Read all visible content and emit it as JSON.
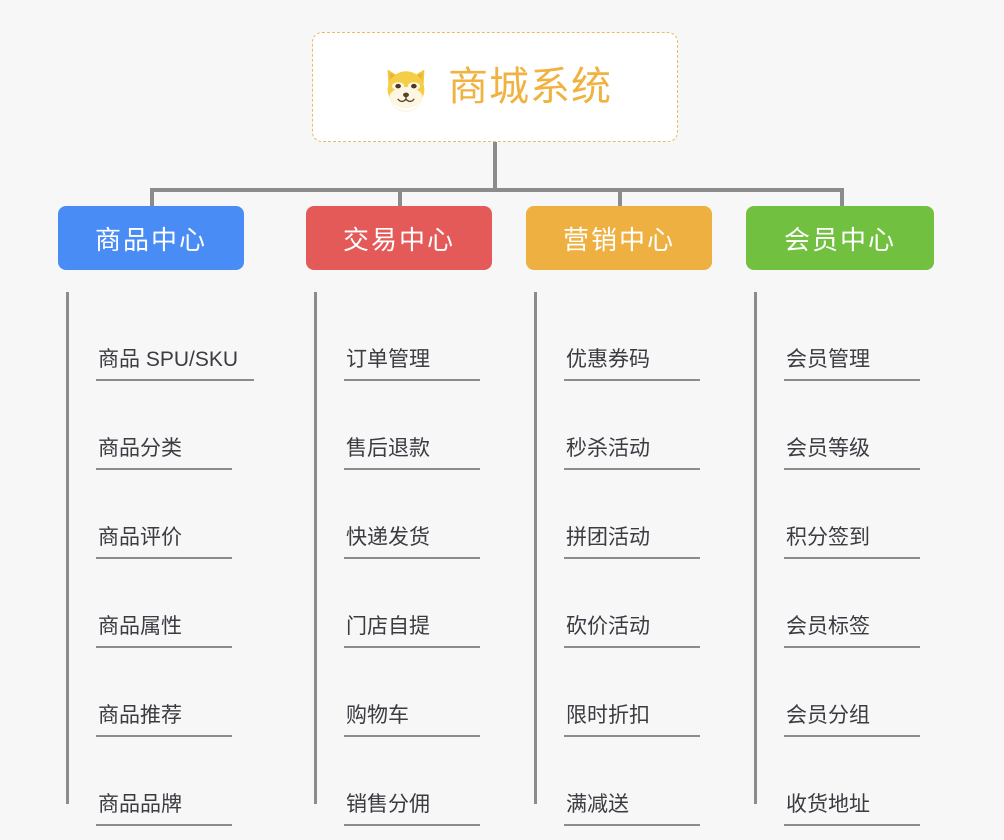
{
  "root": {
    "title": "商城系统",
    "icon": "shiba-inu-dog-face-icon",
    "border_color": "#e8ba6a",
    "text_color": "#f0b240",
    "background": "#ffffff"
  },
  "canvas": {
    "background": "#f7f7f7",
    "connector_color": "#8c8c8c"
  },
  "columns": [
    {
      "id": "product-center",
      "header": "商品中心",
      "color": "#4a8cf5",
      "items": [
        "商品 SPU/SKU",
        "商品分类",
        "商品评价",
        "商品属性",
        "商品推荐",
        "商品品牌"
      ]
    },
    {
      "id": "trade-center",
      "header": "交易中心",
      "color": "#e45a58",
      "items": [
        "订单管理",
        "售后退款",
        "快递发货",
        "门店自提",
        "购物车",
        "销售分佣"
      ]
    },
    {
      "id": "marketing-center",
      "header": "营销中心",
      "color": "#eeb040",
      "items": [
        "优惠券码",
        "秒杀活动",
        "拼团活动",
        "砍价活动",
        "限时折扣",
        "满减送"
      ]
    },
    {
      "id": "member-center",
      "header": "会员中心",
      "color": "#72c040",
      "items": [
        "会员管理",
        "会员等级",
        "积分签到",
        "会员标签",
        "会员分组",
        "收货地址"
      ]
    }
  ]
}
